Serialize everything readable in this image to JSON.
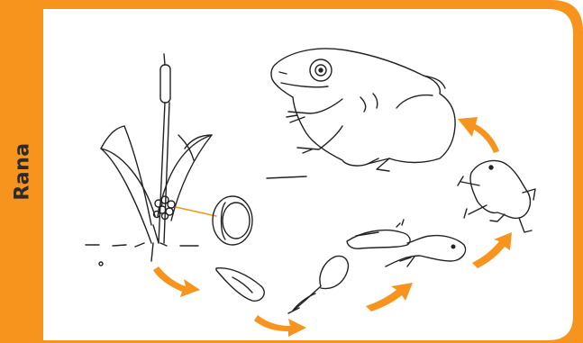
{
  "diagram": {
    "title": "Rana",
    "colors": {
      "accent": "#F7941D",
      "arrow": "#F7941D",
      "ink": "#222222",
      "background": "#FFFFFF"
    },
    "stages": [
      "eggs",
      "egg-closeup",
      "hatchling",
      "tadpole",
      "tadpole-with-legs",
      "froglet",
      "juvenile-frog",
      "adult-frog"
    ],
    "icons": [
      "cattail-plant-icon",
      "frog-eggs-icon",
      "magnifier-ring-icon",
      "tadpole-icon",
      "froglet-icon",
      "adult-frog-icon",
      "cycle-arrow-icon"
    ]
  }
}
